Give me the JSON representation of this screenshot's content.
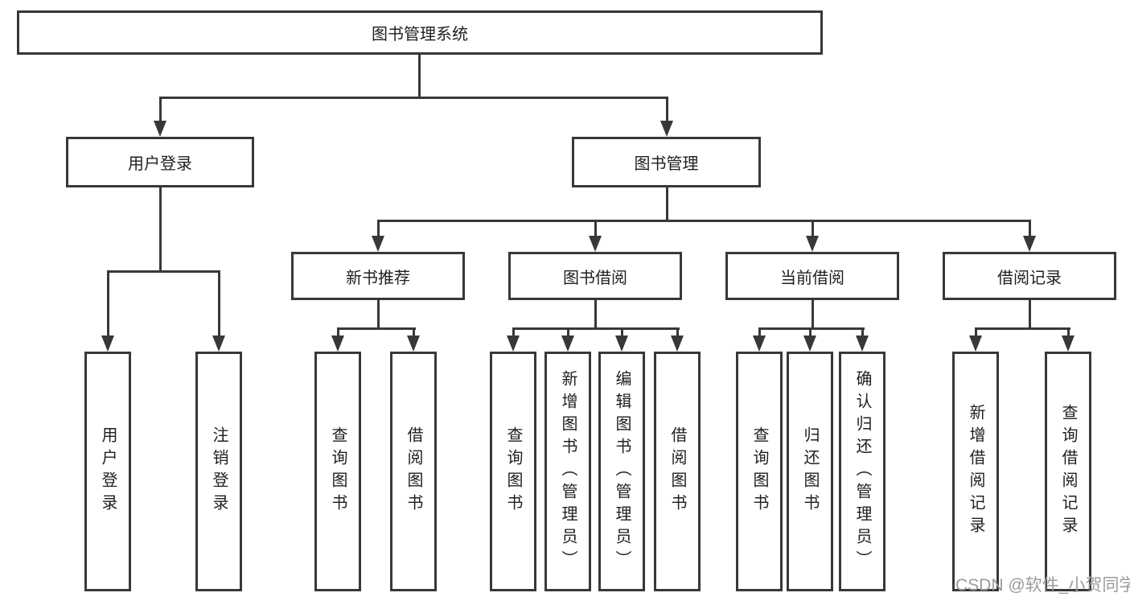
{
  "tree": {
    "root": {
      "label": "图书管理系统"
    },
    "branches": [
      {
        "label": "用户登录",
        "children": [
          {
            "label": "用户登录"
          },
          {
            "label": "注销登录"
          }
        ]
      },
      {
        "label": "图书管理",
        "children": [
          {
            "label": "新书推荐",
            "children": [
              {
                "label": "查询图书"
              },
              {
                "label": "借阅图书"
              }
            ]
          },
          {
            "label": "图书借阅",
            "children": [
              {
                "label": "查询图书"
              },
              {
                "label": "新增图书（管理员）"
              },
              {
                "label": "编辑图书（管理员）"
              },
              {
                "label": "借阅图书"
              }
            ]
          },
          {
            "label": "当前借阅",
            "children": [
              {
                "label": "查询图书"
              },
              {
                "label": "归还图书"
              },
              {
                "label": "确认归还（管理员）"
              }
            ]
          },
          {
            "label": "借阅记录",
            "children": [
              {
                "label": "新增借阅记录"
              },
              {
                "label": "查询借阅记录"
              }
            ]
          }
        ]
      }
    ]
  },
  "watermark": "CSDN @软件_小贺同学",
  "colors": {
    "line": "#383838",
    "box_border": "#383838",
    "text": "#1f1f1f",
    "watermark": "#9b9b9b",
    "background": "#ffffff"
  }
}
